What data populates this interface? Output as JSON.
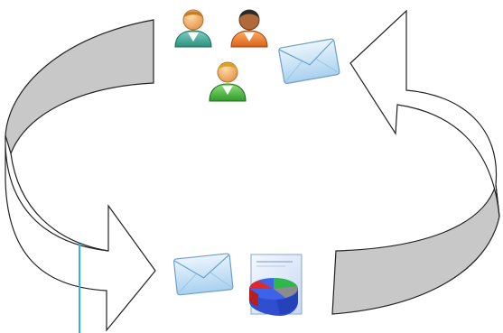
{
  "diagram": {
    "type": "cycle",
    "arrows": [
      {
        "name": "left-cycle-arrow",
        "direction": "clockwise-down-right"
      },
      {
        "name": "right-cycle-arrow",
        "direction": "up-left"
      }
    ],
    "icons": [
      {
        "name": "user-teal-icon"
      },
      {
        "name": "user-orange-icon"
      },
      {
        "name": "user-green-icon"
      },
      {
        "name": "mail-top-icon"
      },
      {
        "name": "mail-bottom-icon"
      },
      {
        "name": "report-chart-icon"
      }
    ],
    "colors": {
      "arrow_shade": "#c8c8c8",
      "outline": "#222222",
      "mail_blue": "#cfe6f7",
      "connector": "#29b6e6"
    }
  }
}
